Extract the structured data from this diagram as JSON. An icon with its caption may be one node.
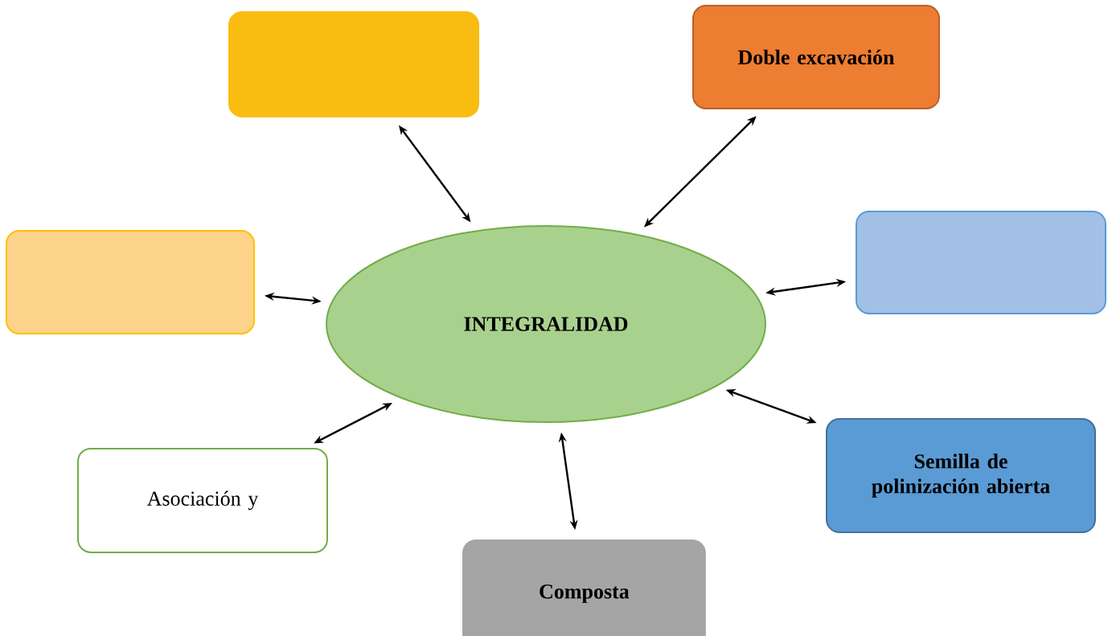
{
  "diagram": {
    "nodes": [
      {
        "text": [],
        "shape": "box"
      },
      {
        "text": [
          "Doble excavación"
        ]
      },
      {
        "text": [],
        "shape": "box"
      },
      {
        "text": [
          "INTEGRALIDAD"
        ]
      },
      {
        "text": [],
        "shape": "box"
      },
      {
        "text": [
          "Asociación y"
        ]
      },
      {
        "text": [
          "Semilla de polinización abierta"
        ]
      },
      {
        "text": [
          "Composta"
        ]
      }
    ],
    "edges": [
      {
        "from": 3,
        "to": 0,
        "arrow": "both"
      },
      {
        "from": 3,
        "to": 1,
        "arrow": "both"
      },
      {
        "from": 3,
        "to": 2,
        "arrow": "both"
      },
      {
        "from": 3,
        "to": 4,
        "arrow": "both"
      },
      {
        "from": 3,
        "to": 5,
        "arrow": "both"
      },
      {
        "from": 3,
        "to": 6,
        "arrow": "both"
      },
      {
        "from": 3,
        "to": 7,
        "arrow": "both"
      }
    ]
  }
}
